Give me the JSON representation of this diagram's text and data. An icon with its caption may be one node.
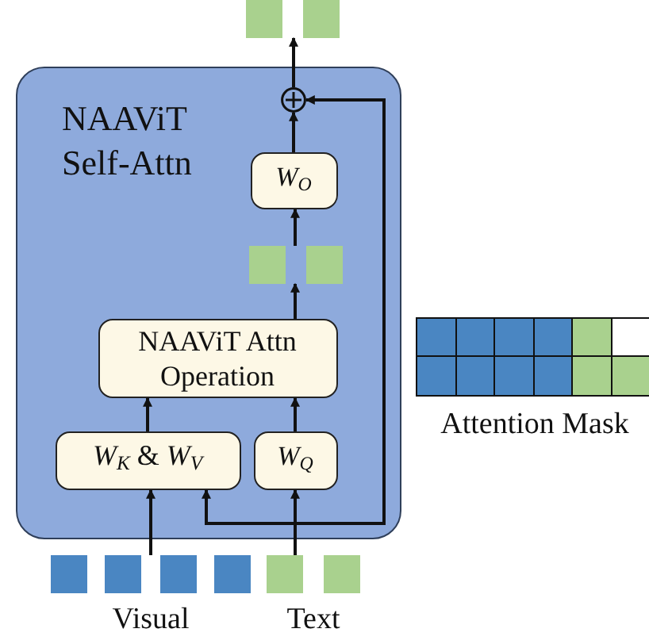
{
  "diagram": {
    "nodes": [
      {
        "text": [
          "NAAViT Self-Attn"
        ]
      },
      {
        "text": [
          "*W*$_{O}$"
        ],
        "in": 0
      },
      {
        "text": [],
        "shape": "box",
        "in": 0
      },
      {
        "text": [
          "NAAViT Attn Operation"
        ],
        "in": 0
      },
      {
        "text": [
          "*W*$_{K}$ & *W*$_{V}$"
        ],
        "in": 0
      },
      {
        "text": [
          "*W*$_{Q}$"
        ],
        "in": 0
      },
      {
        "text": [],
        "shape": "circle",
        "in": 0
      },
      {
        "text": [],
        "shape": "box"
      },
      {
        "text": [],
        "shape": "box",
        "beside": [
          "Visual"
        ]
      },
      {
        "text": [],
        "shape": "box",
        "beside": [
          "Text"
        ]
      }
    ],
    "edges": [
      {
        "from": 8,
        "to": 4,
        "arrow": "to"
      },
      {
        "from": 9,
        "to": 5,
        "arrow": "to"
      },
      {
        "from": 9,
        "to": 4,
        "arrow": "to"
      },
      {
        "from": 9,
        "to": 6,
        "arrow": "to"
      },
      {
        "from": 4,
        "to": 3,
        "arrow": "to"
      },
      {
        "from": 5,
        "to": 3,
        "arrow": "to"
      },
      {
        "from": 3,
        "to": 2,
        "arrow": "to"
      },
      {
        "from": 2,
        "to": 1,
        "arrow": "to"
      },
      {
        "from": 1,
        "to": 6,
        "arrow": "to"
      },
      {
        "from": 6,
        "to": 7,
        "arrow": "to"
      }
    ],
    "labels": [
      "Attention Mask"
    ]
  }
}
